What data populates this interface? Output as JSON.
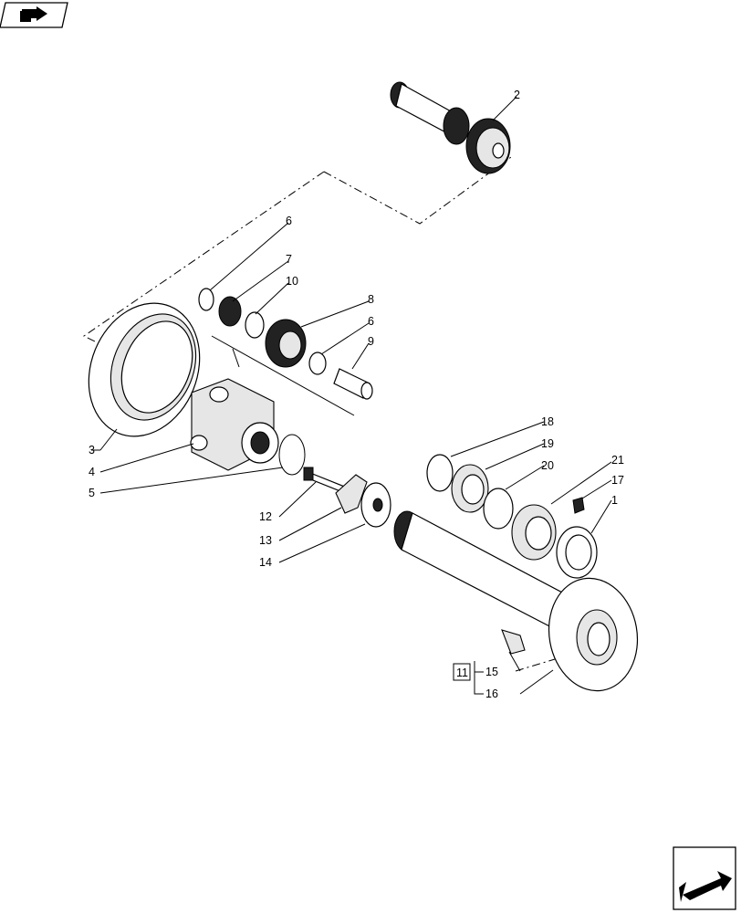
{
  "labels": {
    "p1": "1",
    "p2": "2",
    "p3": "3",
    "p4": "4",
    "p5": "5",
    "p6a": "6",
    "p6b": "6",
    "p7": "7",
    "p8": "8",
    "p9": "9",
    "p10": "10",
    "p11": "11",
    "p12": "12",
    "p13": "13",
    "p14": "14",
    "p15": "15",
    "p16": "16",
    "p17": "17",
    "p18": "18",
    "p19": "19",
    "p20": "20",
    "p21": "21"
  },
  "icons": {
    "top_left": "book-arrow-icon",
    "bottom_right": "next-page-arrow-icon"
  }
}
